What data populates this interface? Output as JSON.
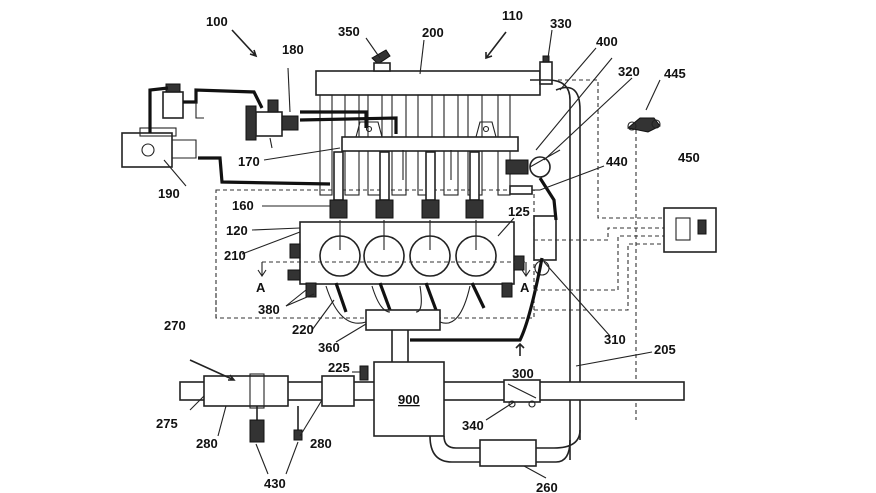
{
  "diagram": {
    "labels": {
      "l100": "100",
      "l110": "110",
      "l120": "120",
      "l125": "125",
      "l160": "160",
      "l170": "170",
      "l180": "180",
      "l190": "190",
      "l200": "200",
      "l205": "205",
      "l210": "210",
      "l220": "220",
      "l225": "225",
      "l260": "260",
      "l270": "270",
      "l275": "275",
      "l280a": "280",
      "l280b": "280",
      "l300": "300",
      "l310": "310",
      "l320": "320",
      "l330": "330",
      "l340": "340",
      "l350": "350",
      "l360": "360",
      "l380": "380",
      "l400": "400",
      "l430": "430",
      "l440": "440",
      "l445": "445",
      "l450": "450",
      "l900": "900",
      "sectionA1": "A",
      "sectionA2": "A"
    }
  }
}
